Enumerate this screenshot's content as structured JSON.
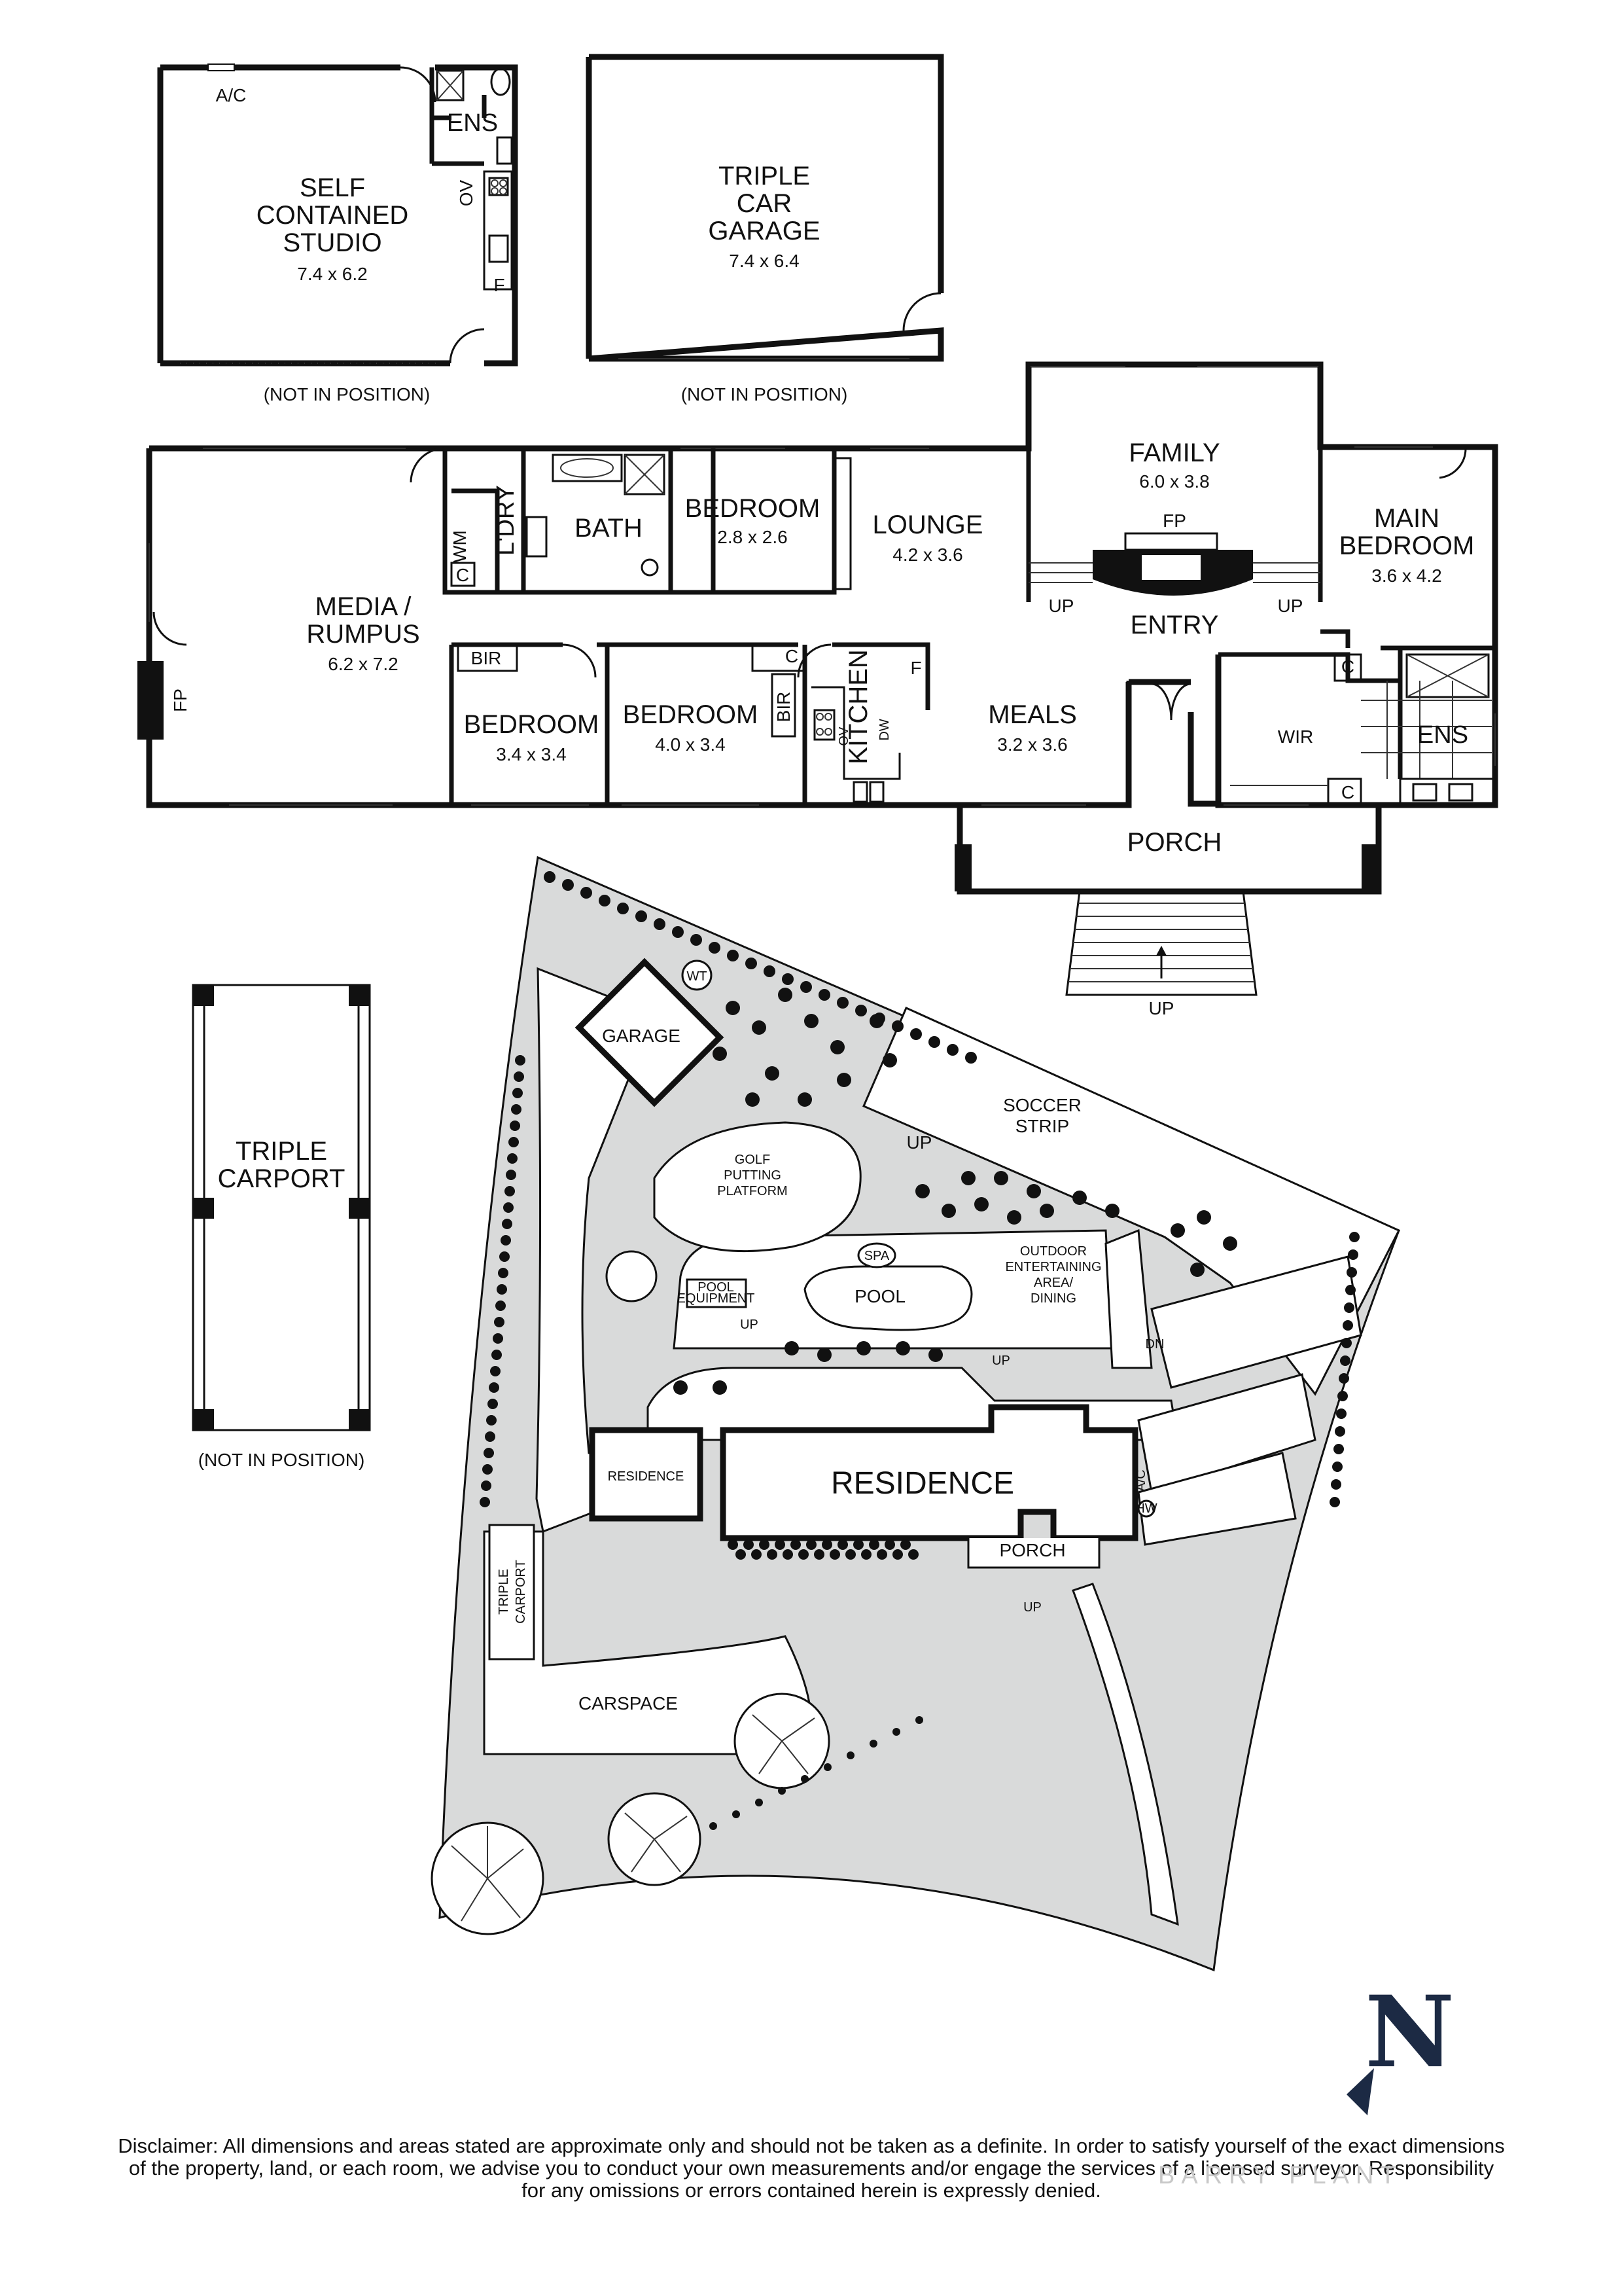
{
  "studio": {
    "ac": "A/C",
    "ens": "ENS",
    "ov": "OV",
    "f": "F",
    "name": [
      "SELF",
      "CONTAINED",
      "STUDIO"
    ],
    "dims": "7.4 x 6.2",
    "note": "(NOT IN POSITION)"
  },
  "garage_building": {
    "name": [
      "TRIPLE",
      "CAR",
      "GARAGE"
    ],
    "dims": "7.4 x 6.4",
    "note": "(NOT IN POSITION)"
  },
  "house": {
    "media": {
      "name": [
        "MEDIA /",
        "RUMPUS"
      ],
      "dims": "6.2 x 7.2",
      "fp": "FP"
    },
    "wm": "WM",
    "c_laundry": "C",
    "laundry": "L'DRY",
    "bath": "BATH",
    "bedroom_small": {
      "name": "BEDROOM",
      "dims": "2.8 x 2.6"
    },
    "lounge": {
      "name": "LOUNGE",
      "dims": "4.2 x 3.6"
    },
    "family": {
      "name": "FAMILY",
      "dims": "6.0 x 3.8",
      "fp": "FP"
    },
    "main_bedroom": {
      "name": [
        "MAIN",
        "BEDROOM"
      ],
      "dims": "3.6 x 4.2"
    },
    "entry": "ENTRY",
    "up_left": "UP",
    "up_right": "UP",
    "bir1": "BIR",
    "bedroom_a": {
      "name": "BEDROOM",
      "dims": "3.4 x 3.4"
    },
    "bedroom_b": {
      "name": "BEDROOM",
      "dims": "4.0 x 3.4"
    },
    "c_bedroom": "C",
    "bir2": "BIR",
    "kitchen": "KITCHEN",
    "kitchen_ov": "OV",
    "kitchen_dw": "DW",
    "kitchen_f": "F",
    "meals": {
      "name": "MEALS",
      "dims": "3.2 x 3.6"
    },
    "wir": "WIR",
    "ens": "ENS",
    "c_ens_top": "C",
    "c_ens_bottom": "C",
    "porch": "PORCH",
    "porch_up": "UP"
  },
  "carport": {
    "name": [
      "TRIPLE",
      "CARPORT"
    ],
    "note": "(NOT IN POSITION)"
  },
  "site": {
    "wt": "WT",
    "garage": "GARAGE",
    "up_garden": "UP",
    "soccer": [
      "SOCCER",
      "STRIP"
    ],
    "golf": [
      "GOLF",
      "PUTTING",
      "PLATFORM"
    ],
    "spa": "SPA",
    "pool": "POOL",
    "pool_equipment": [
      "POOL",
      "EQUIPMENT"
    ],
    "outdoor": [
      "OUTDOOR",
      "ENTERTAINING",
      "AREA/",
      "DINING"
    ],
    "up_pool": "UP",
    "up_deck": "UP",
    "dn": "DN",
    "residence_small": "RESIDENCE",
    "residence": "RESIDENCE",
    "ac": "A/C",
    "hw": "HW",
    "porch": "PORCH",
    "up_porch": "UP",
    "triple_carport": [
      "TRIPLE",
      "CARPORT"
    ],
    "carspace": "CARSPACE"
  },
  "north": "N",
  "disclaimer": [
    "Disclaimer: All dimensions and areas stated are approximate only and should not be taken as a definite. In order to satisfy yourself of the exact dimensions",
    "of the property, land, or each room, we advise you to conduct your own measurements and/or engage the services of a licensed surveyor. Responsibility",
    "for any omissions or errors contained herein is expressly denied."
  ],
  "watermark": "BARRY PLANT"
}
